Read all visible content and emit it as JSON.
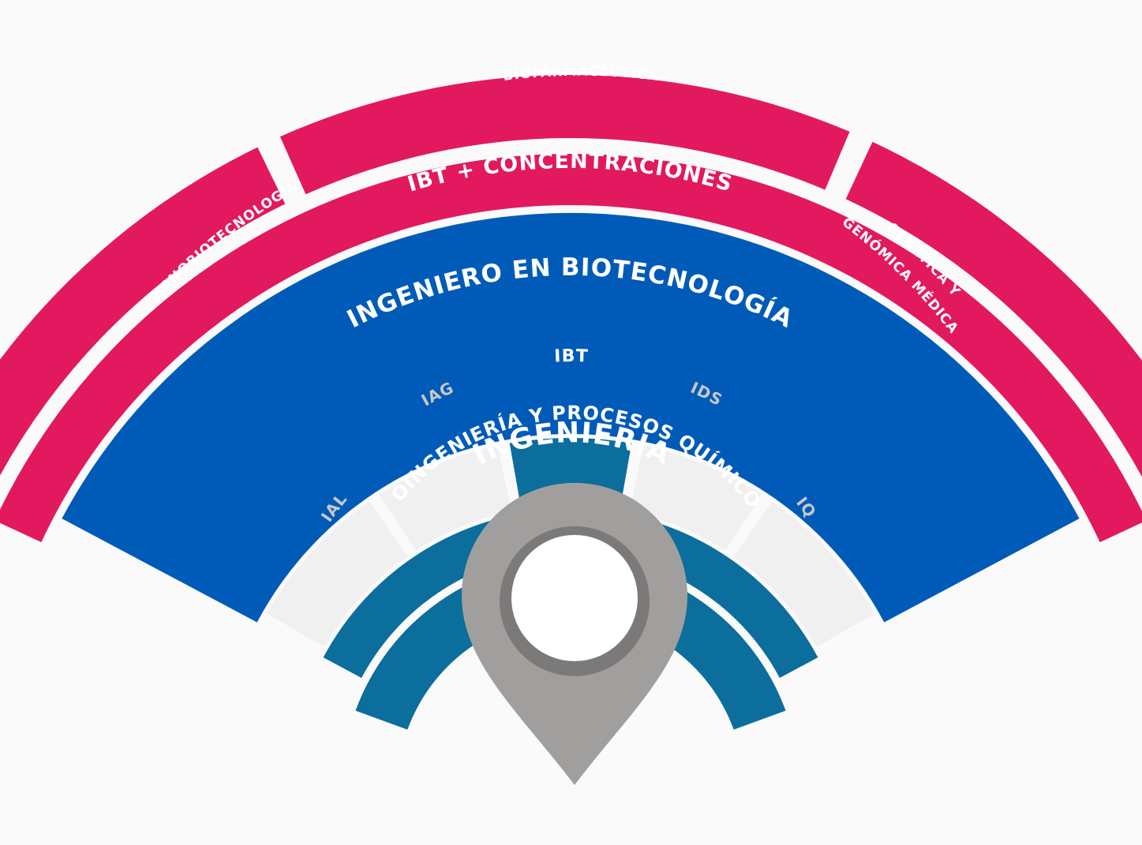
{
  "colors": {
    "background": "#fafafa",
    "pink": "#e2195f",
    "blue": "#005bb8",
    "teal": "#0b6e9c",
    "grey_segment": "#f0f0f0",
    "grey_text": "#c8c8c8",
    "pin": "#a19f9e",
    "pin_ring": "#7c7a79",
    "white": "#ffffff"
  },
  "outer_ring": {
    "left": "NANOBIOTECNOLOGÍA",
    "center": "BIOFARMACÉUTICA",
    "right_line1": "GENÉTICA Y",
    "right_line2": "GENÓMICA MÉDICA"
  },
  "concentrations": "IBT + CONCENTRACIONES",
  "degree": "INGENIERO EN BIOTECNOLOGÍA",
  "programs": {
    "ial": "IAL",
    "iag": "IAG",
    "ibt": "IBT",
    "ids": "IDS",
    "iq": "IQ"
  },
  "department": "BIOINGENIERÍA Y PROCESOS QUÍMICOS",
  "school": "INGENIERÍA",
  "pin_icon": "map-pin-icon"
}
